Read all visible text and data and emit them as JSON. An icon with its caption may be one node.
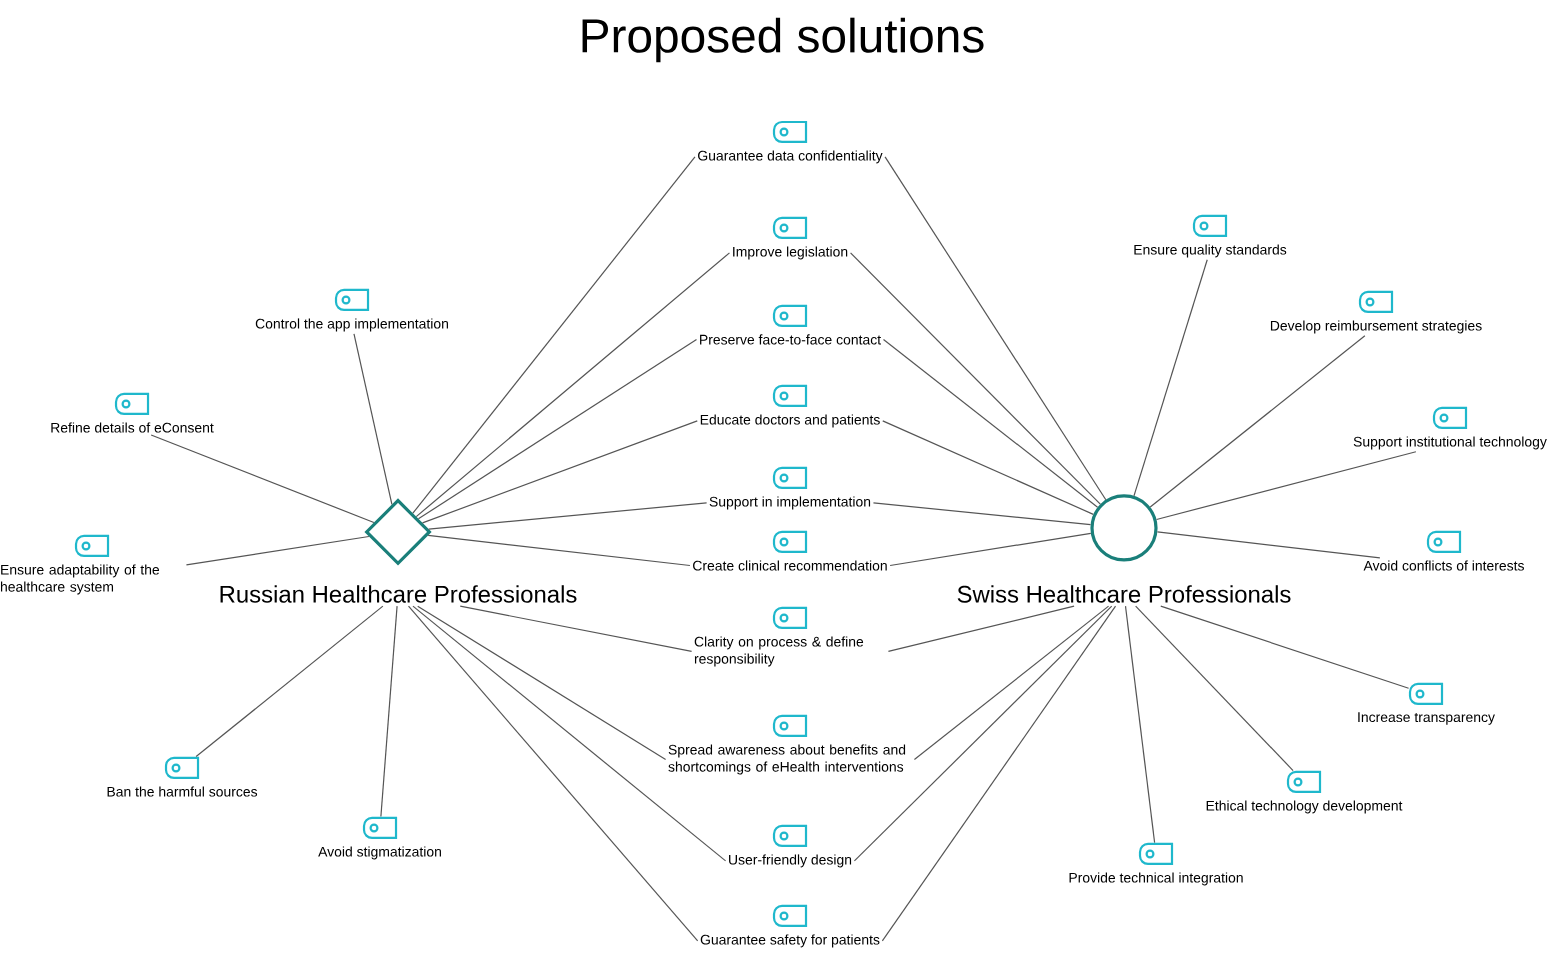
{
  "diagram": {
    "title": "Proposed solutions",
    "nodes": [
      {
        "text": [
          "Russian Healthcare Professionals"
        ]
      },
      {
        "text": [
          "Swiss Healthcare Professionals"
        ]
      },
      {
        "text": [
          "Control the app implementation"
        ]
      },
      {
        "text": [
          "Refine details of eConsent"
        ]
      },
      {
        "text": [
          "Ensure adaptability of the healthcare system"
        ]
      },
      {
        "text": [
          "Ban the harmful sources"
        ]
      },
      {
        "text": [
          "Avoid stigmatization"
        ]
      },
      {
        "text": [
          "Guarantee data confidentiality"
        ]
      },
      {
        "text": [
          "Improve legislation"
        ]
      },
      {
        "text": [
          "Preserve face-to-face contact"
        ]
      },
      {
        "text": [
          "Educate doctors and patients"
        ]
      },
      {
        "text": [
          "Support in implementation"
        ]
      },
      {
        "text": [
          "Create clinical recommendation"
        ]
      },
      {
        "text": [
          "Clarity on process & define responsibility"
        ]
      },
      {
        "text": [
          "Spread awareness about benefits and shortcomings of eHealth interventions"
        ]
      },
      {
        "text": [
          "User-friendly design"
        ]
      },
      {
        "text": [
          "Guarantee safety for patients"
        ]
      },
      {
        "text": [
          "Ensure quality standards"
        ]
      },
      {
        "text": [
          "Develop reimbursement strategies"
        ]
      },
      {
        "text": [
          "Support institutional technology"
        ]
      },
      {
        "text": [
          "Avoid conflicts of interests"
        ]
      },
      {
        "text": [
          "Increase transparency"
        ]
      },
      {
        "text": [
          "Ethical technology development"
        ]
      },
      {
        "text": [
          "Provide technical integration"
        ]
      }
    ],
    "edges": [
      {
        "from": 0,
        "to": 2,
        "arrow": "none"
      },
      {
        "from": 0,
        "to": 3,
        "arrow": "none"
      },
      {
        "from": 0,
        "to": 4,
        "arrow": "none"
      },
      {
        "from": 0,
        "to": 5,
        "arrow": "none"
      },
      {
        "from": 0,
        "to": 6,
        "arrow": "none"
      },
      {
        "from": 0,
        "to": 7,
        "arrow": "none"
      },
      {
        "from": 0,
        "to": 8,
        "arrow": "none"
      },
      {
        "from": 0,
        "to": 9,
        "arrow": "none"
      },
      {
        "from": 0,
        "to": 10,
        "arrow": "none"
      },
      {
        "from": 0,
        "to": 11,
        "arrow": "none"
      },
      {
        "from": 0,
        "to": 12,
        "arrow": "none"
      },
      {
        "from": 0,
        "to": 13,
        "arrow": "none"
      },
      {
        "from": 0,
        "to": 14,
        "arrow": "none"
      },
      {
        "from": 0,
        "to": 15,
        "arrow": "none"
      },
      {
        "from": 0,
        "to": 16,
        "arrow": "none"
      },
      {
        "from": 1,
        "to": 7,
        "arrow": "none"
      },
      {
        "from": 1,
        "to": 8,
        "arrow": "none"
      },
      {
        "from": 1,
        "to": 9,
        "arrow": "none"
      },
      {
        "from": 1,
        "to": 10,
        "arrow": "none"
      },
      {
        "from": 1,
        "to": 11,
        "arrow": "none"
      },
      {
        "from": 1,
        "to": 12,
        "arrow": "none"
      },
      {
        "from": 1,
        "to": 13,
        "arrow": "none"
      },
      {
        "from": 1,
        "to": 14,
        "arrow": "none"
      },
      {
        "from": 1,
        "to": 15,
        "arrow": "none"
      },
      {
        "from": 1,
        "to": 16,
        "arrow": "none"
      },
      {
        "from": 1,
        "to": 17,
        "arrow": "none"
      },
      {
        "from": 1,
        "to": 18,
        "arrow": "none"
      },
      {
        "from": 1,
        "to": 19,
        "arrow": "none"
      },
      {
        "from": 1,
        "to": 20,
        "arrow": "none"
      },
      {
        "from": 1,
        "to": 21,
        "arrow": "none"
      },
      {
        "from": 1,
        "to": 22,
        "arrow": "none"
      },
      {
        "from": 1,
        "to": 23,
        "arrow": "none"
      }
    ]
  }
}
